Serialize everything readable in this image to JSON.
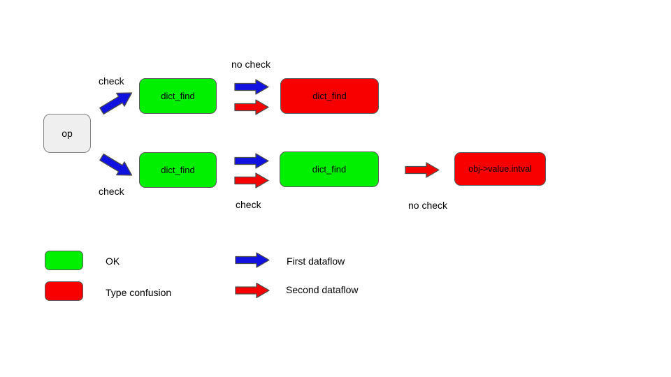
{
  "colors": {
    "ok_fill": "#00f000",
    "confusion_fill": "#f80000",
    "first_flow": "#1212e0",
    "second_flow": "#f80000",
    "op_fill": "#efefef"
  },
  "nodes": {
    "op": "op",
    "row1_green": "dict_find",
    "row1_red": "dict_find",
    "row2_green_left": "dict_find",
    "row2_green_mid": "dict_find",
    "row2_red": "obj->value.intval"
  },
  "labels": {
    "row1_check": "check",
    "row1_no_check": "no check",
    "row2_check_left": "check",
    "row2_check_mid": "check",
    "row2_no_check": "no check"
  },
  "legend": {
    "ok": "OK",
    "type_confusion": "Type confusion",
    "first_dataflow": "First dataflow",
    "second_dataflow": "Second dataflow"
  }
}
